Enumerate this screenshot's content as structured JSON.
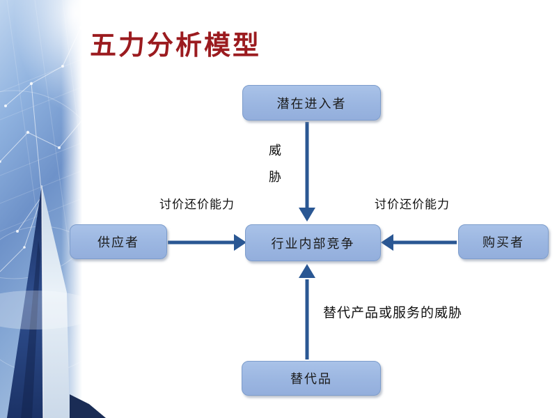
{
  "slide": {
    "title": "五力分析模型"
  },
  "diagram": {
    "boxes": {
      "potential_entrants": {
        "label": "潜在进入者"
      },
      "industry_rivalry": {
        "label": "行业内部竞争"
      },
      "suppliers": {
        "label": "供应者"
      },
      "buyers": {
        "label": "购买者"
      },
      "substitutes": {
        "label": "替代品"
      }
    },
    "edge_labels": {
      "entrants_threat": "威胁",
      "supplier_bargaining": "讨价还价能力",
      "buyer_bargaining": "讨价还价能力",
      "substitute_threat": "替代产品或服务的威胁"
    },
    "colors": {
      "title_text": "#9B1B1F",
      "box_fill": "#9DB8E2",
      "box_border": "#7C9CCB",
      "arrow": "#2A5793",
      "label_text": "#111111"
    }
  }
}
